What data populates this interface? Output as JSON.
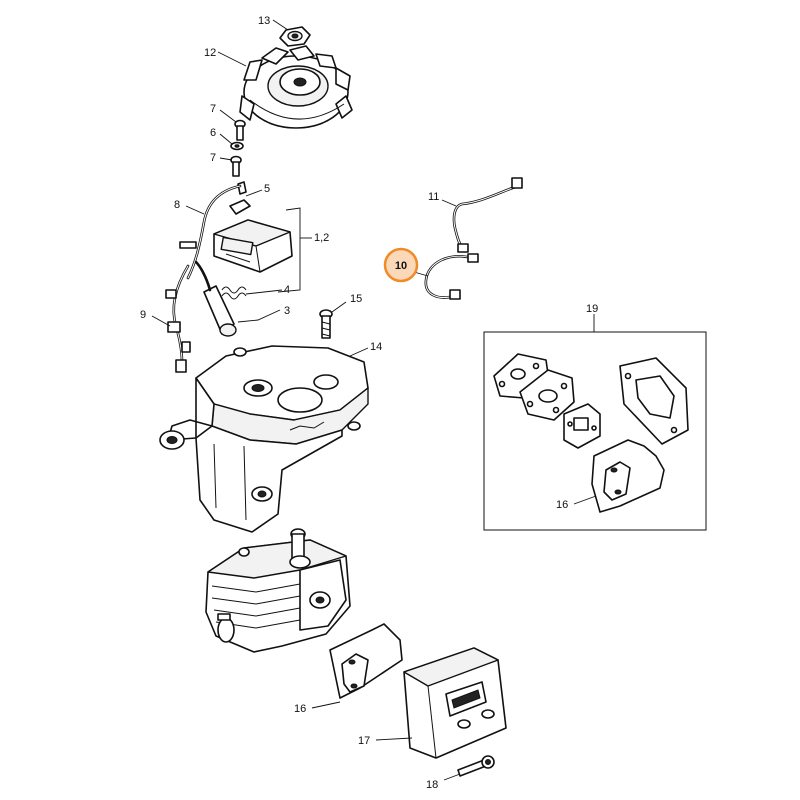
{
  "callouts": {
    "c13": "13",
    "c12": "12",
    "c7a": "7",
    "c6": "6",
    "c7b": "7",
    "c5": "5",
    "c8": "8",
    "c12b": "1,2",
    "c4": "4",
    "c3": "3",
    "c9": "9",
    "c11": "11",
    "c10": "10",
    "c15": "15",
    "c14": "14",
    "c19": "19",
    "c16a": "16",
    "c16b": "16",
    "c17": "17",
    "c18": "18"
  },
  "highlight": {
    "callout": "10",
    "color": "#f08c28",
    "fill": "#fbd9b8"
  }
}
